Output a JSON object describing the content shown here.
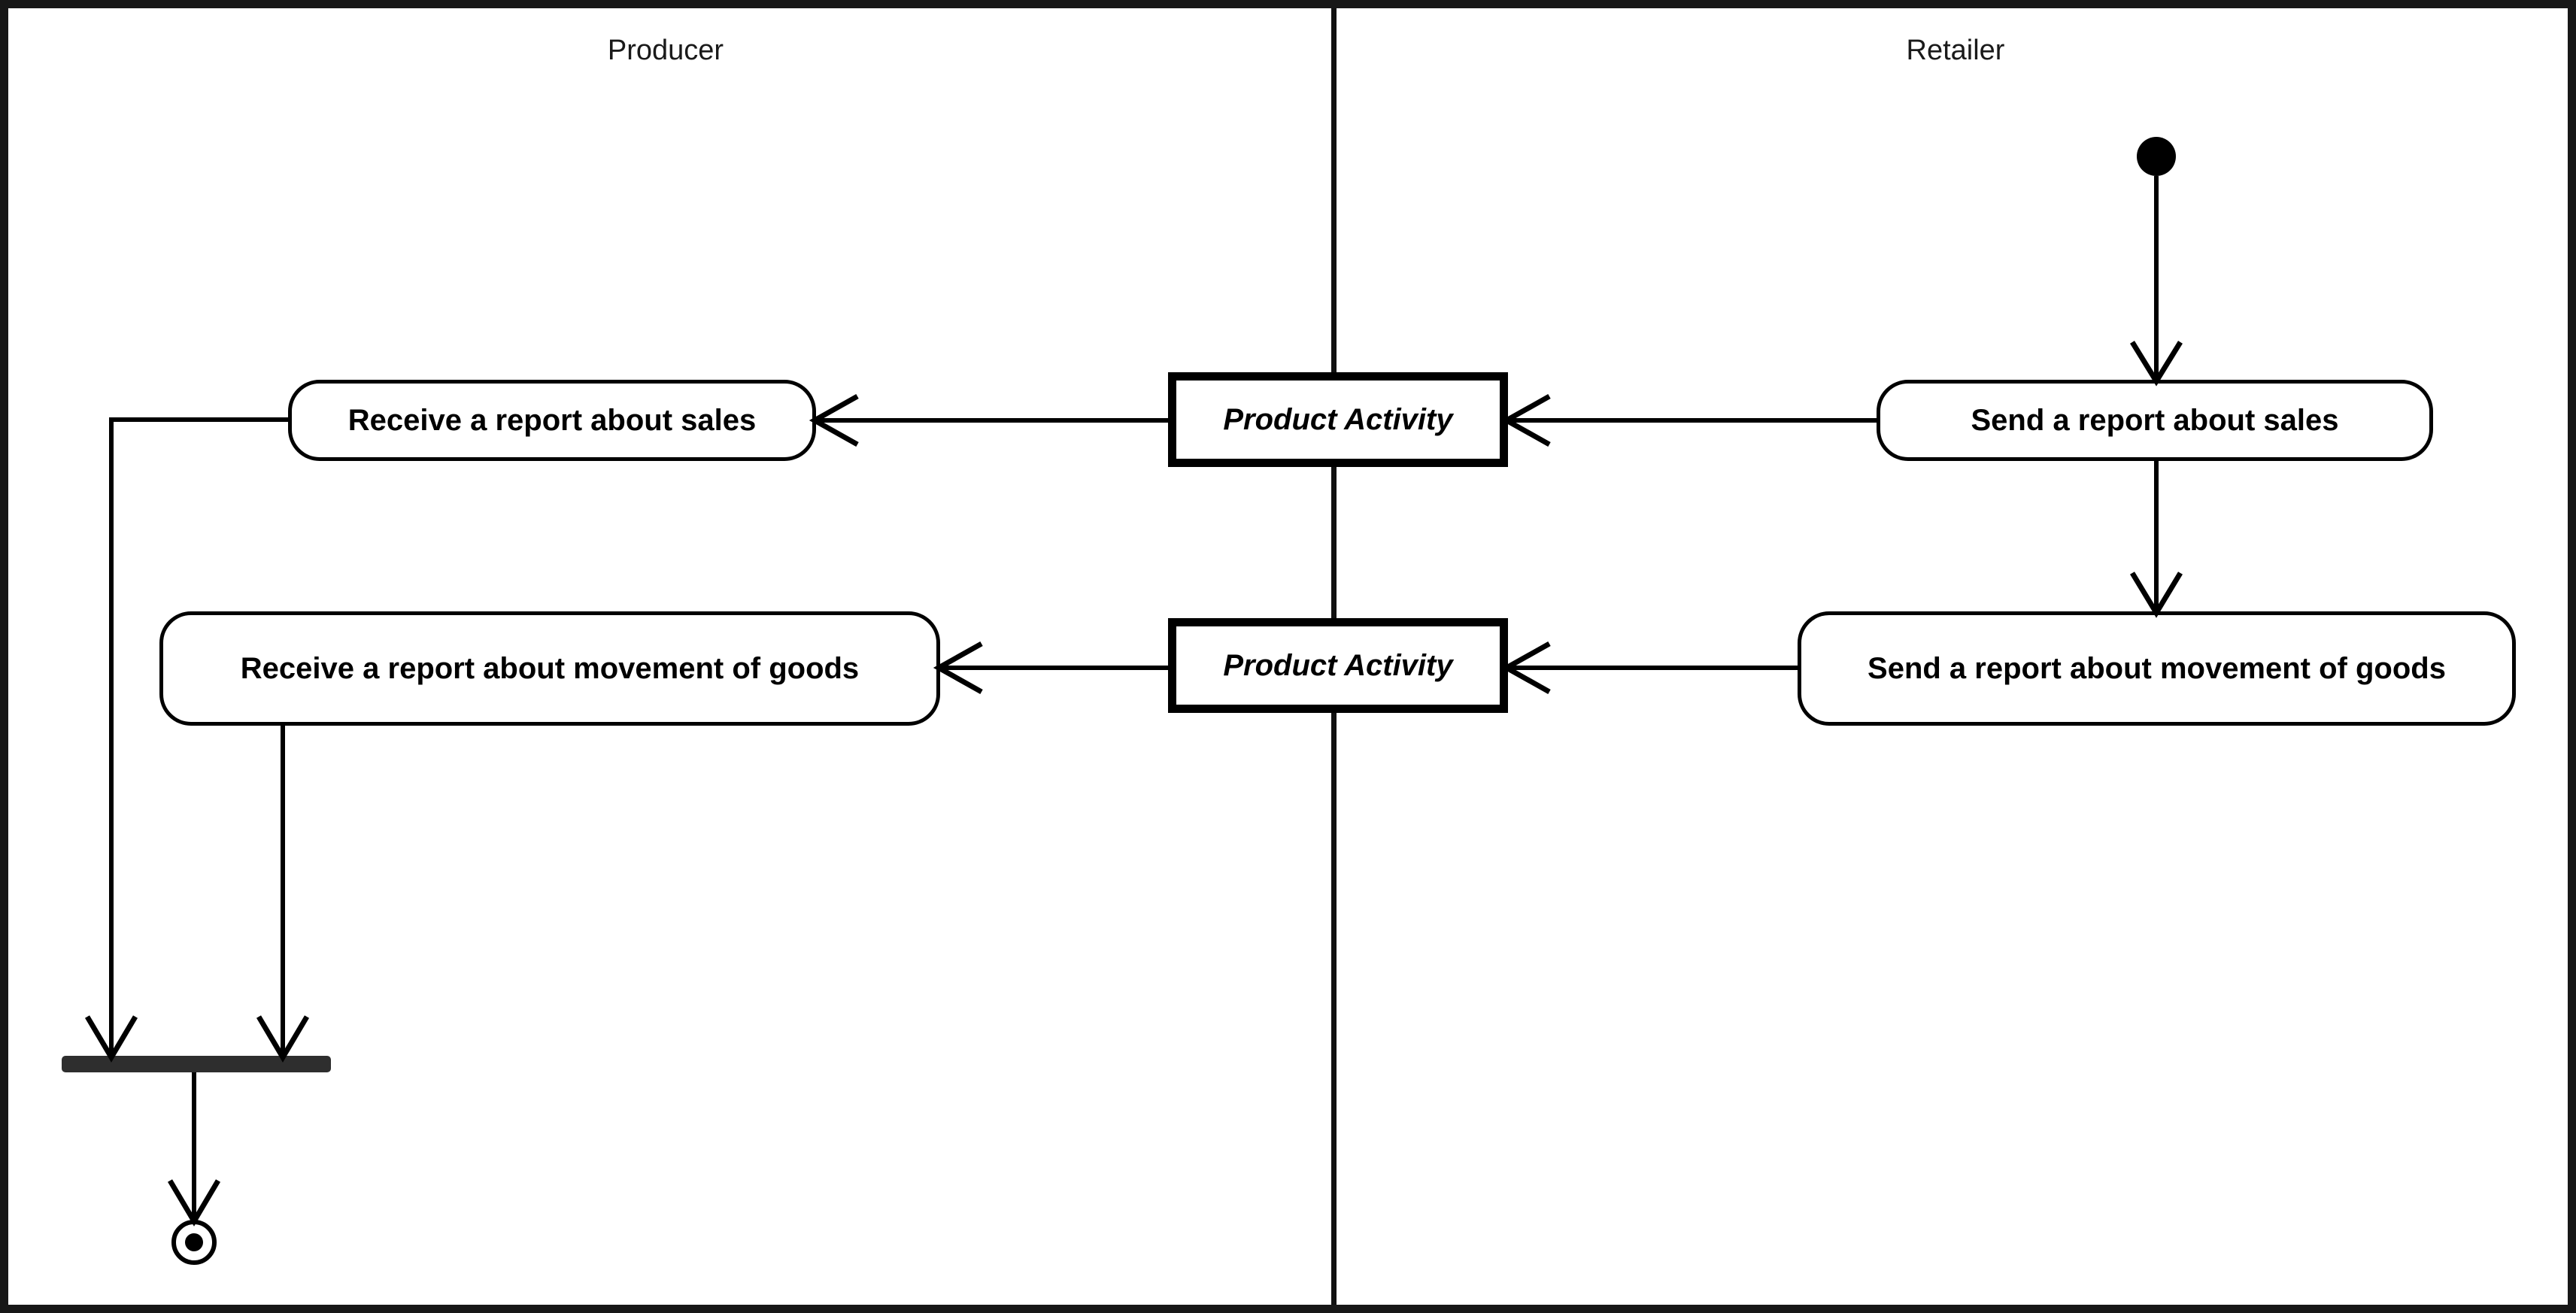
{
  "diagram": {
    "type": "uml-activity-diagram",
    "title": "Producer / Retailer report exchange activity diagram",
    "frame_color": "#171717",
    "accent_color": "#2e2e2e"
  },
  "lanes": [
    {
      "id": "producer",
      "label": "Producer"
    },
    {
      "id": "retailer",
      "label": "Retailer"
    }
  ],
  "nodes": {
    "initial": {
      "name": "initial-node",
      "kind": "initial",
      "lane": "retailer"
    },
    "send_sales": {
      "name": "send-a-report-about-sales",
      "kind": "action",
      "lane": "retailer",
      "label": "Send a report about sales"
    },
    "send_movement": {
      "name": "send-a-report-about-movement-of-goods",
      "kind": "action",
      "lane": "retailer",
      "label": "Send a report about movement of goods"
    },
    "signal_sales": {
      "name": "product-activity-signal-sales",
      "kind": "signal",
      "lane": "boundary",
      "label": "Product Activity"
    },
    "signal_movement": {
      "name": "product-activity-signal-movement",
      "kind": "signal",
      "lane": "boundary",
      "label": "Product Activity"
    },
    "receive_sales": {
      "name": "receive-a-report-about-sales",
      "kind": "action",
      "lane": "producer",
      "label": "Receive a report about sales"
    },
    "receive_movement": {
      "name": "receive-a-report-about-movement-of-goods",
      "kind": "action",
      "lane": "producer",
      "label": "Receive a report about movement of goods"
    },
    "join": {
      "name": "join-bar",
      "kind": "join",
      "lane": "producer"
    },
    "final": {
      "name": "activity-final-node",
      "kind": "final",
      "lane": "producer"
    }
  },
  "edges": [
    {
      "from": "initial",
      "to": "send_sales",
      "arrow": "open"
    },
    {
      "from": "send_sales",
      "to": "send_movement",
      "arrow": "open"
    },
    {
      "from": "send_sales",
      "to": "signal_sales",
      "arrow": "open"
    },
    {
      "from": "signal_sales",
      "to": "receive_sales",
      "arrow": "open"
    },
    {
      "from": "send_movement",
      "to": "signal_movement",
      "arrow": "open"
    },
    {
      "from": "signal_movement",
      "to": "receive_movement",
      "arrow": "open"
    },
    {
      "from": "receive_sales",
      "to": "join",
      "arrow": "open"
    },
    {
      "from": "receive_movement",
      "to": "join",
      "arrow": "open"
    },
    {
      "from": "join",
      "to": "final",
      "arrow": "open"
    }
  ]
}
